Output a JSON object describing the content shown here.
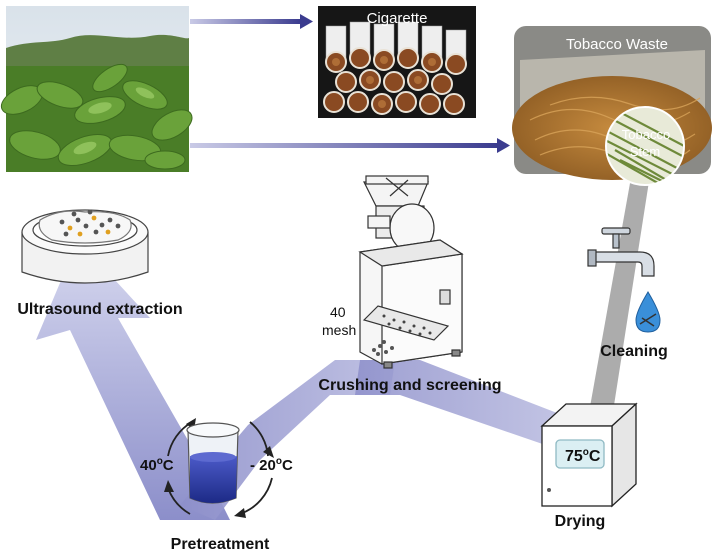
{
  "labels": {
    "cigarette": "Cigarette",
    "tobacco_waste": "Tobacco Waste",
    "tobacco_stem_line1": "Tobacco",
    "tobacco_stem_line2": "Stem",
    "ultrasound": "Ultrasound extraction",
    "mesh_value": "40",
    "mesh_unit": "mesh",
    "crushing": "Crushing and screening",
    "cleaning": "Cleaning",
    "drying": "Drying",
    "oven_temp": "75",
    "oven_unit": "C",
    "pretreat_hot": "40",
    "pretreat_hot_unit": "C",
    "pretreat_cold": "- 20",
    "pretreat_cold_unit": "C",
    "pretreatment": "Pretreatment",
    "degree_symbol": "o"
  },
  "colors": {
    "arrow_blue": "#3b3c8f",
    "flow_band": "#9a9cd0",
    "liquid": "#2a3aa0",
    "leaf": "#4f8a2a",
    "tobacco": "#b07a35"
  },
  "icons": [
    "tobacco-field-photo",
    "cigarette-photo",
    "tobacco-waste-photo",
    "tobacco-stem-photo",
    "ultrasound-bath-icon",
    "crusher-machine-icon",
    "faucet-icon",
    "water-drop-icon",
    "oven-icon",
    "beaker-icon",
    "cycle-arrows-icon"
  ]
}
